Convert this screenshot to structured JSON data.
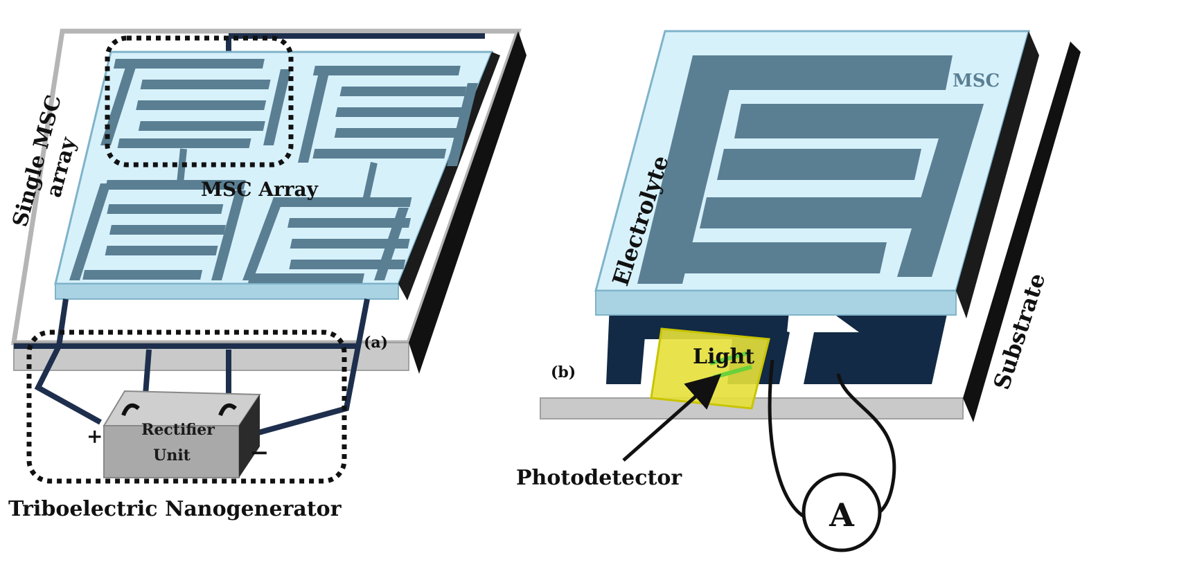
{
  "panel_a": {
    "tag": "(a)",
    "single_msc_array": [
      "Single MSC",
      "array"
    ],
    "msc_array": "MSC Array",
    "rectifier": [
      "Rectifier",
      "Unit"
    ],
    "plus": "+",
    "minus": "−",
    "tribo": "Triboelectric Nanogenerator"
  },
  "panel_b": {
    "tag": "(b)",
    "msc": "MSC",
    "electrolyte": "Electrolyte",
    "substrate": "Substrate",
    "light": "Light",
    "photodetector": "Photodetector",
    "ammeter": "A"
  },
  "colors": {
    "electrolyte_fill": "#d7f1fb",
    "electrolyte_edge": "#7fb3c9",
    "electrode": "#5a7f93",
    "wire": "#1e2f4d",
    "contact": "#122a45",
    "rectifier": "#a9a9a9",
    "photodetector": "#e6e03a"
  }
}
